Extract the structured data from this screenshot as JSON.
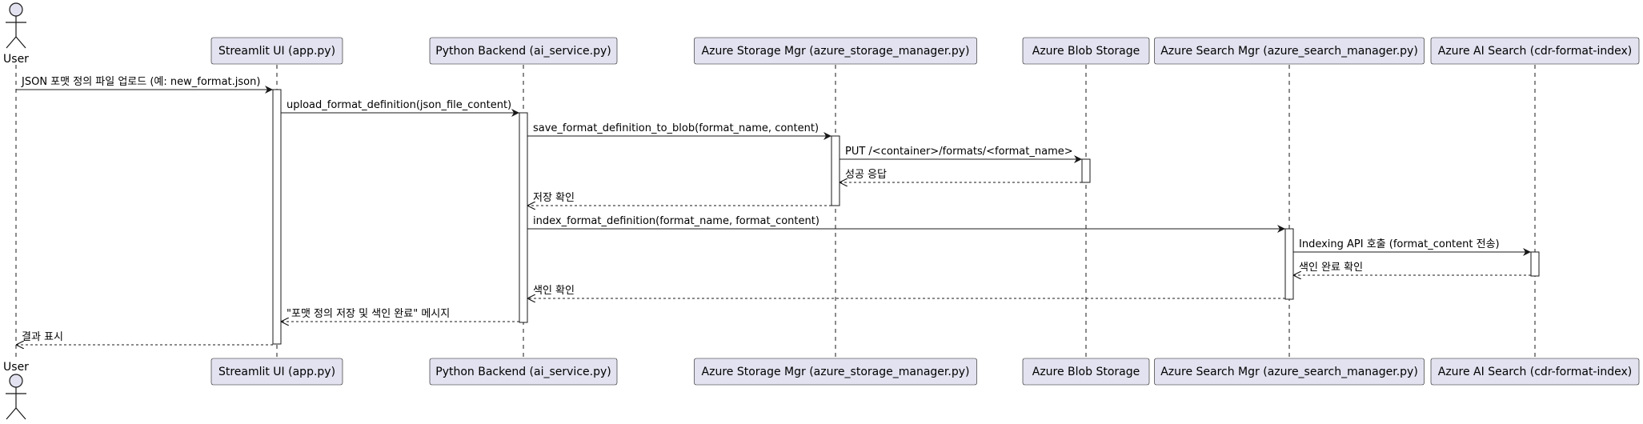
{
  "diagram": {
    "type": "sequence",
    "colors": {
      "participant_fill": "#E2E2F0",
      "participant_border": "#181818",
      "line": "#181818",
      "activation_fill": "#FFFFFF"
    },
    "participants": [
      {
        "id": "user",
        "label": "User",
        "kind": "actor"
      },
      {
        "id": "ui",
        "label": "Streamlit UI (app.py)",
        "kind": "participant"
      },
      {
        "id": "backend",
        "label": "Python Backend (ai_service.py)",
        "kind": "participant"
      },
      {
        "id": "storage_mgr",
        "label": "Azure Storage Mgr (azure_storage_manager.py)",
        "kind": "participant"
      },
      {
        "id": "blob",
        "label": "Azure Blob Storage",
        "kind": "participant"
      },
      {
        "id": "search_mgr",
        "label": "Azure Search Mgr (azure_search_manager.py)",
        "kind": "participant"
      },
      {
        "id": "search",
        "label": "Azure AI Search (cdr-format-index)",
        "kind": "participant"
      }
    ],
    "messages": [
      {
        "from": "user",
        "to": "ui",
        "label": "JSON 포맷 정의 파일 업로드 (예: new_format.json)",
        "style": "sync"
      },
      {
        "from": "ui",
        "to": "backend",
        "label": "upload_format_definition(json_file_content)",
        "style": "sync"
      },
      {
        "from": "backend",
        "to": "storage_mgr",
        "label": "save_format_definition_to_blob(format_name, content)",
        "style": "sync"
      },
      {
        "from": "storage_mgr",
        "to": "blob",
        "label": "PUT /<container>/formats/<format_name>",
        "style": "sync"
      },
      {
        "from": "blob",
        "to": "storage_mgr",
        "label": "성공 응답",
        "style": "return"
      },
      {
        "from": "storage_mgr",
        "to": "backend",
        "label": "저장 확인",
        "style": "return"
      },
      {
        "from": "backend",
        "to": "search_mgr",
        "label": "index_format_definition(format_name, format_content)",
        "style": "sync"
      },
      {
        "from": "search_mgr",
        "to": "search",
        "label": "Indexing API 호출 (format_content 전송)",
        "style": "sync"
      },
      {
        "from": "search",
        "to": "search_mgr",
        "label": "색인 완료 확인",
        "style": "return"
      },
      {
        "from": "search_mgr",
        "to": "backend",
        "label": "색인 확인",
        "style": "return"
      },
      {
        "from": "backend",
        "to": "ui",
        "label": "\"포맷 정의 저장 및 색인 완료\" 메시지",
        "style": "return"
      },
      {
        "from": "ui",
        "to": "user",
        "label": "결과 표시",
        "style": "return"
      }
    ]
  }
}
